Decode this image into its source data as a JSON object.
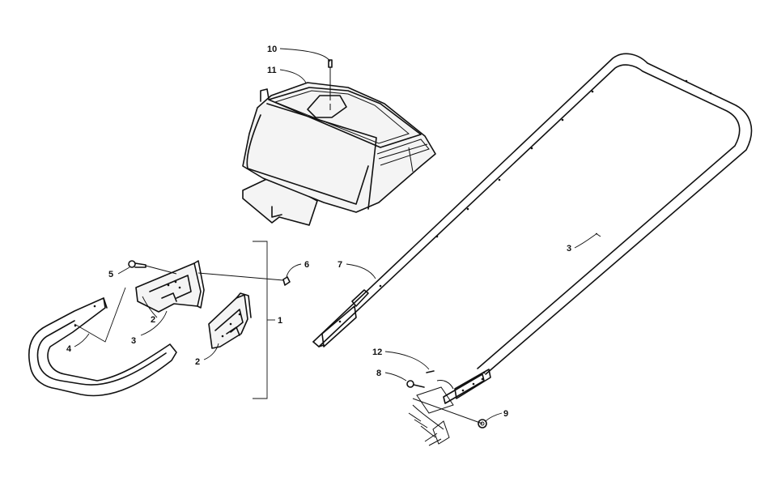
{
  "diagram": {
    "callouts": [
      {
        "id": "c10",
        "label": "10"
      },
      {
        "id": "c11",
        "label": "11"
      },
      {
        "id": "c5",
        "label": "5"
      },
      {
        "id": "c6",
        "label": "6"
      },
      {
        "id": "c1",
        "label": "1"
      },
      {
        "id": "c2a",
        "label": "2"
      },
      {
        "id": "c3a",
        "label": "3"
      },
      {
        "id": "c2b",
        "label": "2"
      },
      {
        "id": "c4",
        "label": "4"
      },
      {
        "id": "c7",
        "label": "7"
      },
      {
        "id": "c3b",
        "label": "3"
      },
      {
        "id": "c12",
        "label": "12"
      },
      {
        "id": "c8",
        "label": "8"
      },
      {
        "id": "c9",
        "label": "9"
      }
    ]
  }
}
